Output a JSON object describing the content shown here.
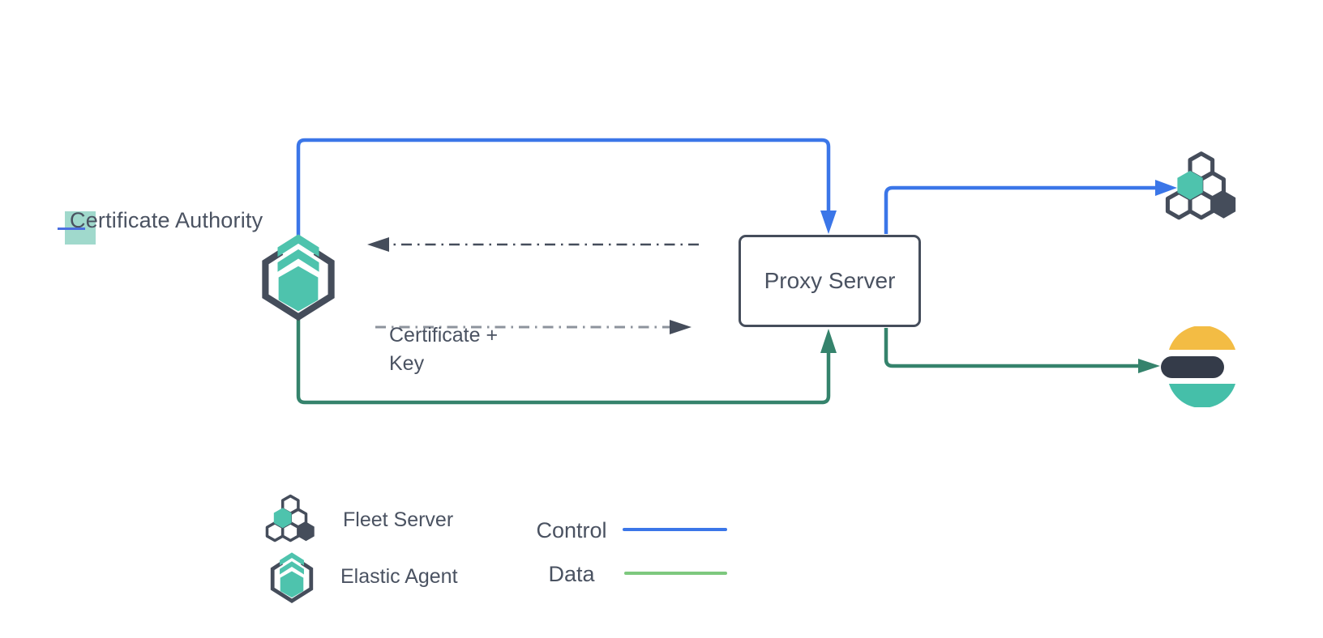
{
  "diagram": {
    "nodes": {
      "certificate_authority": {
        "label_highlighted": "C",
        "label_rest": "ertificate Authority"
      },
      "proxy_server": {
        "label": "Proxy Server"
      },
      "elastic_agent": {
        "icon": "elastic-agent-icon"
      },
      "fleet_server": {
        "icon": "fleet-server-icon"
      },
      "elasticsearch": {
        "icon": "elasticsearch-icon"
      }
    },
    "edge_labels": {
      "cert_key_line1": "Certificate +",
      "cert_key_line2": "Key"
    },
    "edges": [
      {
        "name": "control-line-agent-to-proxy",
        "type": "control",
        "from": "elastic-agent",
        "to": "proxy-server"
      },
      {
        "name": "control-line-proxy-to-fleet",
        "type": "control",
        "from": "proxy-server",
        "to": "fleet-server"
      },
      {
        "name": "data-line-agent-to-proxy",
        "type": "data",
        "from": "elastic-agent",
        "to": "proxy-server"
      },
      {
        "name": "data-line-proxy-to-elasticsearch",
        "type": "data",
        "from": "proxy-server",
        "to": "elasticsearch"
      },
      {
        "name": "cert-request-arrow",
        "type": "dash-dot",
        "direction": "left"
      },
      {
        "name": "cert-key-arrow",
        "type": "dash-dot",
        "direction": "right"
      }
    ]
  },
  "legend": {
    "fleet_server": "Fleet Server",
    "elastic_agent": "Elastic Agent",
    "control": "Control",
    "data": "Data"
  },
  "icons": {
    "elastic_agent": "elastic-agent-icon",
    "fleet_server": "fleet-server-icon",
    "elasticsearch": "elasticsearch-icon"
  },
  "colors": {
    "control_blue": "#3b76e8",
    "data_green": "#35836c",
    "legend_data_green": "#7dc87e",
    "slate_text": "#4a5261",
    "shape_stroke": "#454d5b",
    "teal": "#4ec3ad",
    "elastic_yellow": "#f3bc44",
    "elastic_dark": "#343b49",
    "elastic_teal": "#45bfa9",
    "selection_highlight": "#a0d9cc",
    "selection_underline": "#4a6fe0",
    "dash_gray": "#8d939c"
  }
}
